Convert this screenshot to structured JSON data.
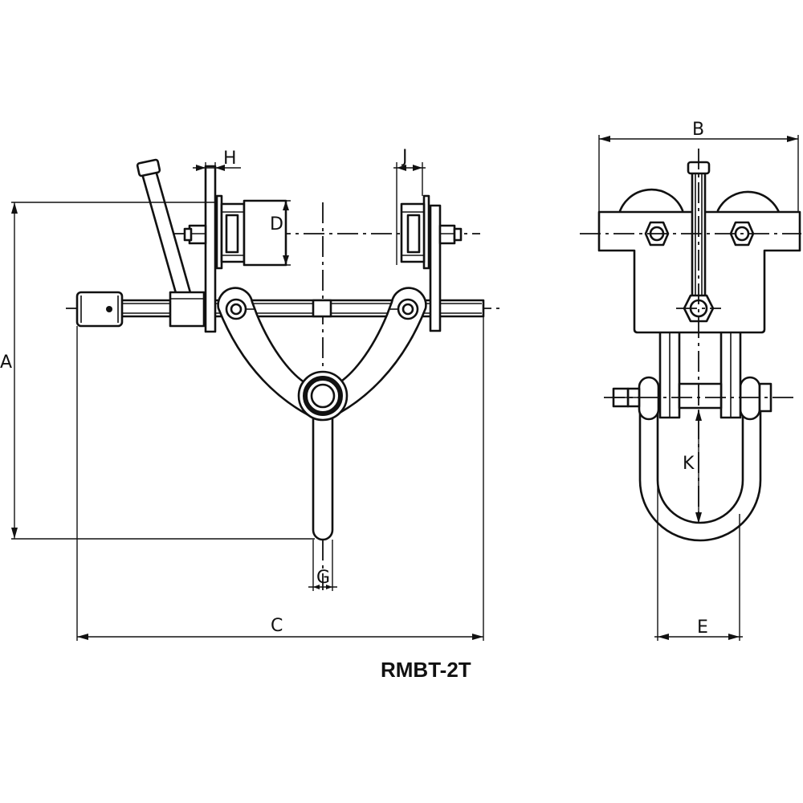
{
  "model": "RMBT-2T",
  "dimension_labels": {
    "A": "A",
    "B": "B",
    "C": "C",
    "D": "D",
    "E": "E",
    "G": "G",
    "H": "H",
    "J": "J",
    "K": "K"
  },
  "colors": {
    "line": "#111111",
    "background": "#ffffff"
  }
}
